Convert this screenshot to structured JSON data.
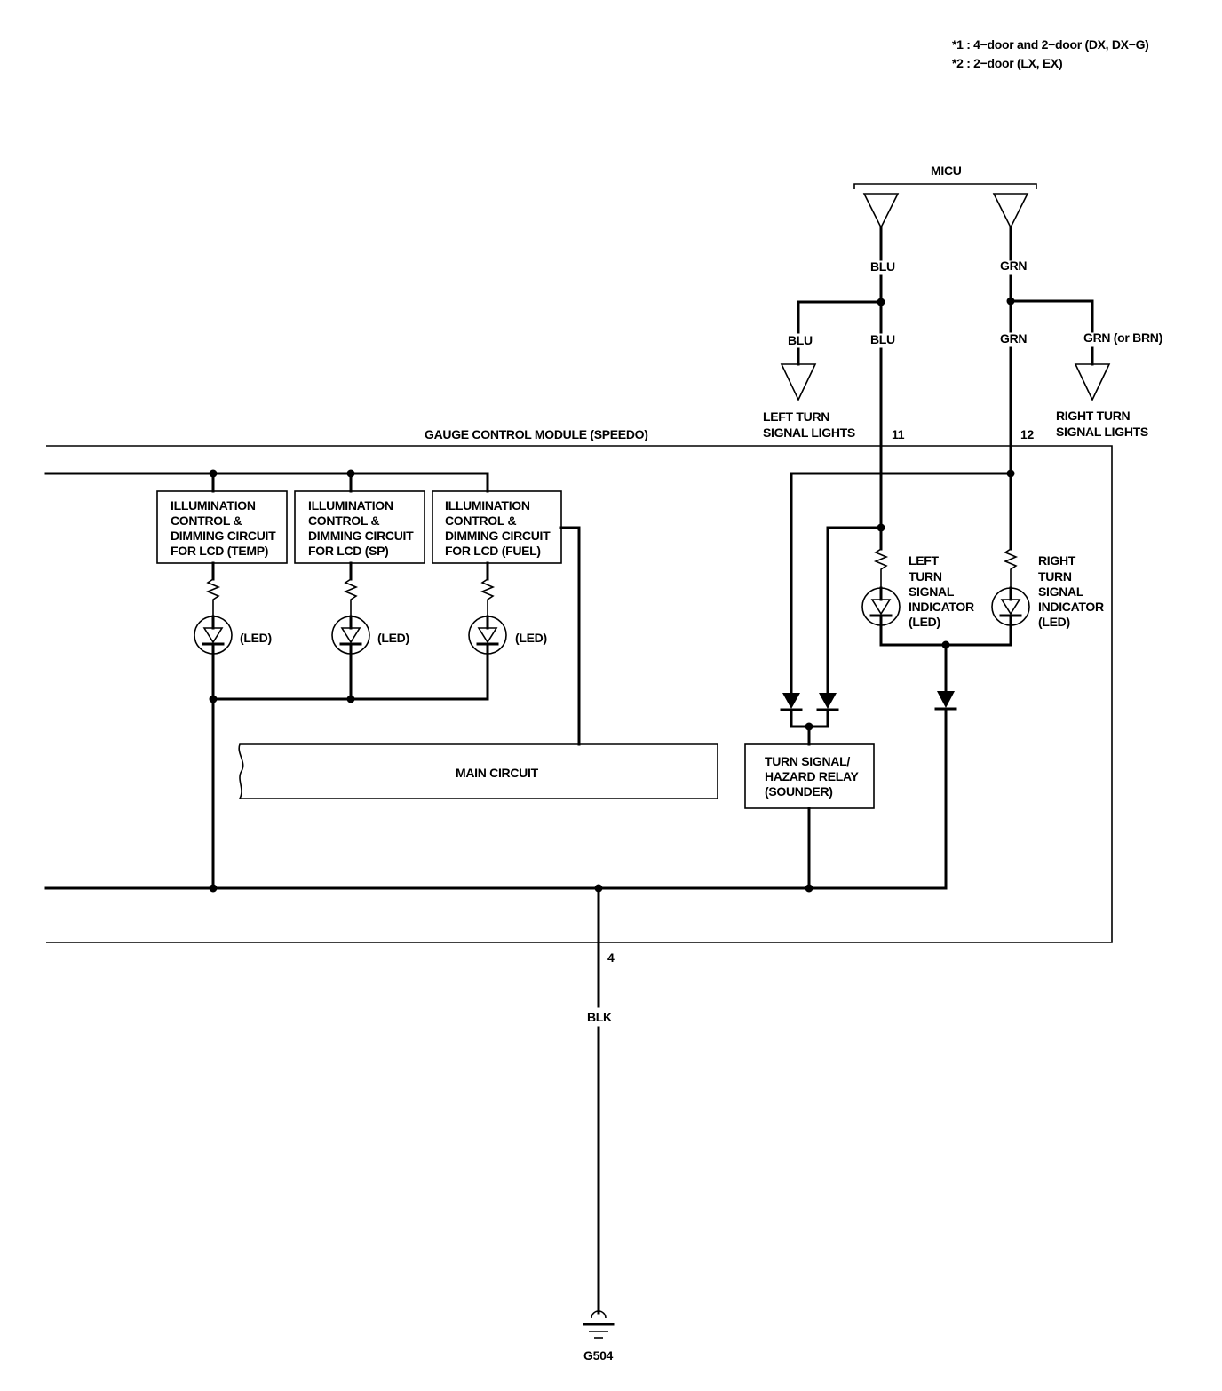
{
  "notes": {
    "n1": "*1 : 4−door and 2−door (DX, DX−G)",
    "n2": "*2 : 2−door (LX, EX)"
  },
  "micu": {
    "label": "MICU"
  },
  "wires": {
    "blu_top": "BLU",
    "grn_top": "GRN",
    "blu_left": "BLU",
    "blu_main": "BLU",
    "grn_main": "GRN",
    "grn_right": "GRN (or BRN)",
    "blk": "BLK"
  },
  "left_turn_lights": {
    "line1": "LEFT TURN",
    "line2": "SIGNAL LIGHTS"
  },
  "right_turn_lights": {
    "line1": "RIGHT TURN",
    "line2": "SIGNAL LIGHTS"
  },
  "module": {
    "title": "GAUGE CONTROL MODULE (SPEEDO)"
  },
  "pins": {
    "p11": "11",
    "p12": "12",
    "p4": "4"
  },
  "illum": [
    {
      "l1": "ILLUMINATION",
      "l2": "CONTROL &",
      "l3": "DIMMING CIRCUIT",
      "l4": "FOR LCD (TEMP)",
      "led": "(LED)"
    },
    {
      "l1": "ILLUMINATION",
      "l2": "CONTROL &",
      "l3": "DIMMING CIRCUIT",
      "l4": "FOR LCD (SP)",
      "led": "(LED)"
    },
    {
      "l1": "ILLUMINATION",
      "l2": "CONTROL &",
      "l3": "DIMMING CIRCUIT",
      "l4": "FOR LCD (FUEL)",
      "led": "(LED)"
    }
  ],
  "left_ind": {
    "l1": "LEFT",
    "l2": "TURN",
    "l3": "SIGNAL",
    "l4": "INDICATOR",
    "l5": "(LED)"
  },
  "right_ind": {
    "l1": "RIGHT",
    "l2": "TURN",
    "l3": "SIGNAL",
    "l4": "INDICATOR",
    "l5": "(LED)"
  },
  "main_circuit": {
    "label": "MAIN CIRCUIT"
  },
  "relay": {
    "l1": "TURN SIGNAL/",
    "l2": "HAZARD RELAY",
    "l3": "(SOUNDER)"
  },
  "ground": {
    "label": "G504"
  }
}
